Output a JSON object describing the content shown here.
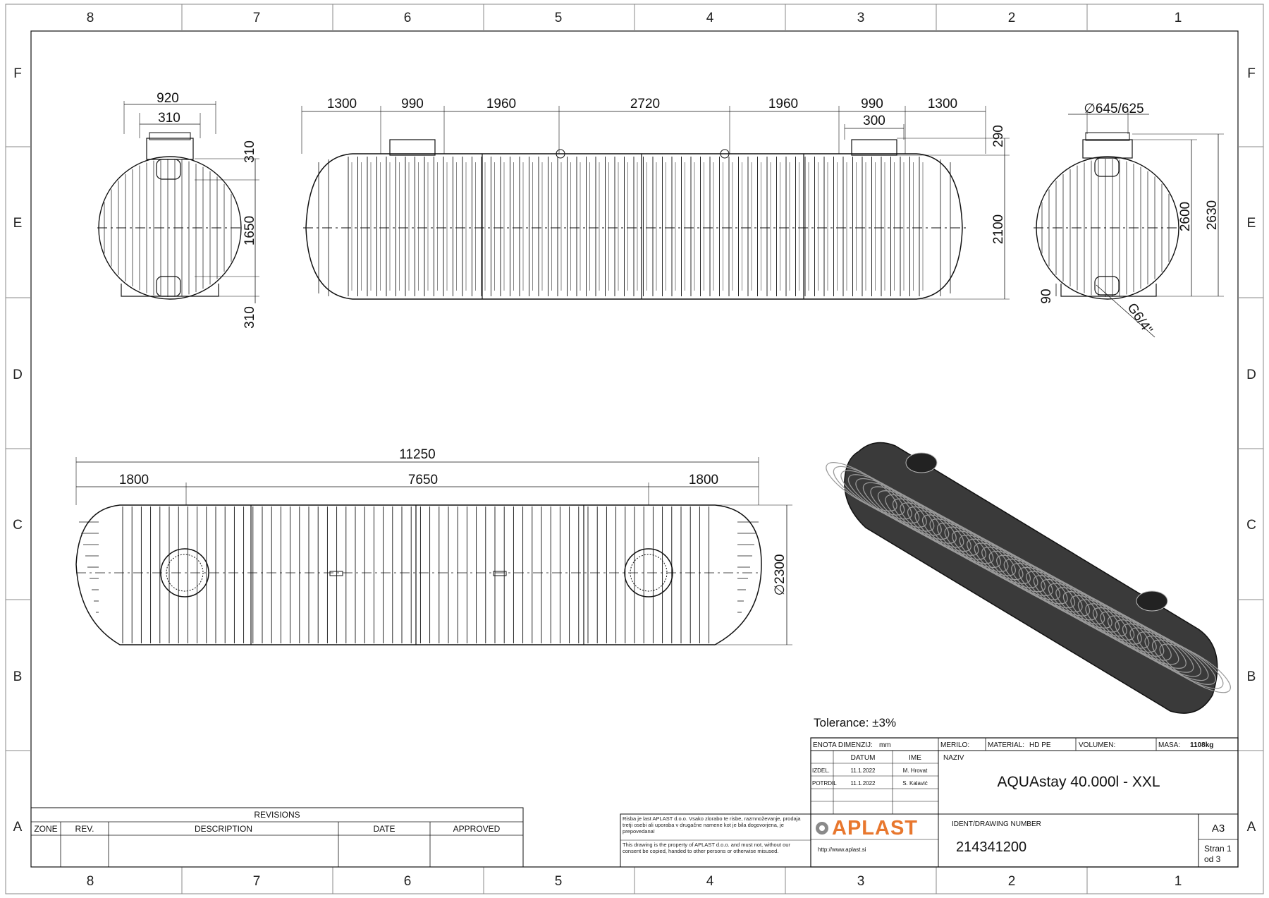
{
  "frame": {
    "columns": [
      "8",
      "7",
      "6",
      "5",
      "4",
      "3",
      "2",
      "1"
    ],
    "rows": [
      "F",
      "E",
      "D",
      "C",
      "B",
      "A"
    ]
  },
  "front_view": {
    "dims": {
      "overall_width": "920",
      "neck_width": "310",
      "top_gap": "310",
      "body_height": "1650",
      "bottom_gap": "310"
    }
  },
  "side_view": {
    "dims": [
      "1300",
      "990",
      "1960",
      "2720",
      "1960",
      "990",
      "1300"
    ],
    "neck_width": "300",
    "neck_height": "290",
    "body_height": "2100"
  },
  "end_view": {
    "diameter": "∅645/625",
    "height_inner": "2600",
    "height_total": "2630",
    "base": "90",
    "thread": "G6/4\""
  },
  "plan_view": {
    "overall": "11250",
    "left": "1800",
    "middle": "7650",
    "right": "1800",
    "diameter": "∅2300"
  },
  "tolerance": "Tolerance: ±3%",
  "title_block": {
    "unit_label": "ENOTA DIMENZIJ:",
    "unit_value": "mm",
    "scale_label": "MERILO:",
    "material_label": "MATERIAL:",
    "material_value": "HD PE",
    "volume_label": "VOLUMEN:",
    "mass_label": "MASA:",
    "mass_value": "1108kg",
    "date_header": "DATUM",
    "name_header": "IME",
    "title_label": "NAZIV",
    "drawn_label": "IZDEL.",
    "drawn_date": "11.1.2022",
    "drawn_name": "M. Hrovat",
    "checked_label": "POTRDIL",
    "checked_date": "11.1.2022",
    "checked_name": "S. Kalavić",
    "title": "AQUAstay 40.000l - XXL",
    "logo": "APLAST",
    "website": "http://www.aplast.si",
    "ident_label": "IDENT/DRAWING NUMBER",
    "ident_value": "214341200",
    "sheet_size": "A3",
    "page_line1": "Stran 1",
    "page_line2": "od 3",
    "notice_sl": "Risba je last APLAST d.o.o. Vsako zlorabo te risbe, razmnoževanje, prodaja tretji osebi ali uporaba v drugačne namene kot je bila dogovorjena, je prepovedana!",
    "notice_en": "This drawing is the property of APLAST d.o.o. and must not, without our consent be copied, handed to other persons or otherwise misused."
  },
  "revisions": {
    "title": "REVISIONS",
    "headers": [
      "ZONE",
      "REV.",
      "DESCRIPTION",
      "DATE",
      "APPROVED"
    ]
  },
  "colors": {
    "line": "#111111",
    "logo_orange": "#e8772e",
    "logo_grey": "#8a8a8a"
  }
}
